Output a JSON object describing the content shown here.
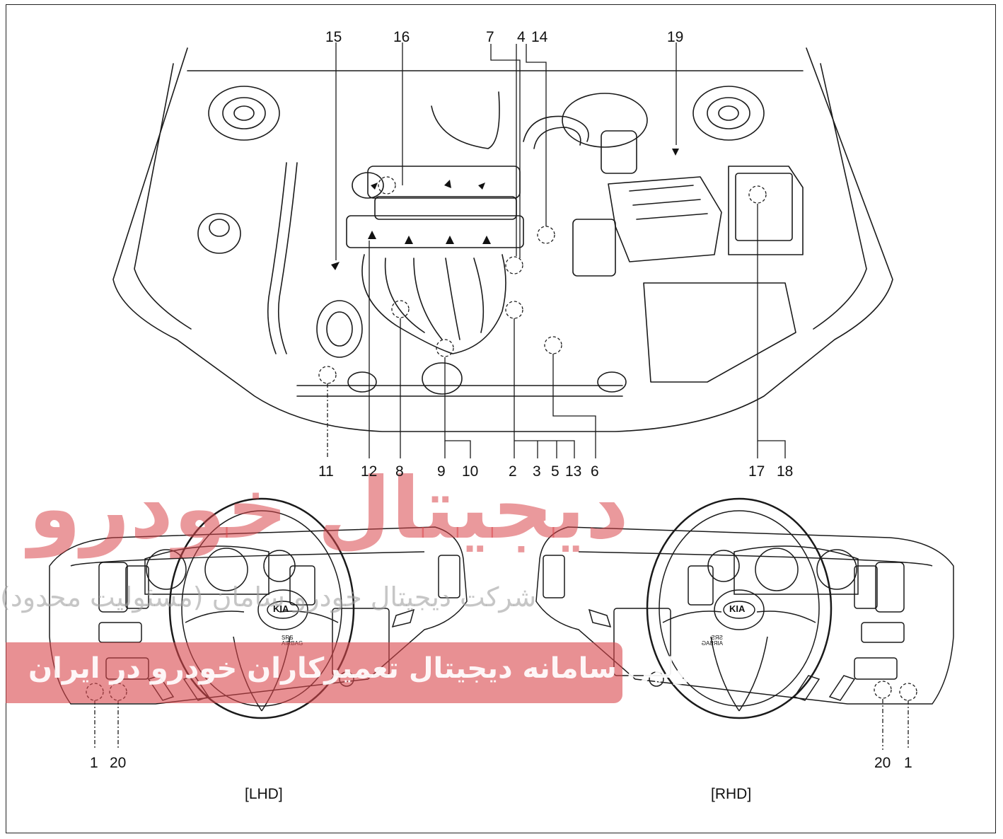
{
  "callouts": {
    "c15": "15",
    "c16": "16",
    "c7": "7",
    "c4": "4",
    "c14": "14",
    "c19": "19",
    "c11": "11",
    "c12": "12",
    "c8": "8",
    "c9": "9",
    "c10": "10",
    "c2": "2",
    "c3": "3",
    "c5": "5",
    "c13": "13",
    "c6": "6",
    "c17": "17",
    "c18": "18",
    "lhd_1": "1",
    "lhd_20": "20",
    "rhd_20": "20",
    "rhd_1": "1"
  },
  "views": {
    "lhd": "[LHD]",
    "rhd": "[RHD]"
  },
  "watermark": {
    "big_title": "دیجیتال خودرو",
    "subtitle": "شرکت دیجیتال خودرو سامان (مسئولیت محدود)",
    "banner": "اولین سامانه دیجیتال تعمیرکاران خودرو در ایران",
    "color": "#d9464b"
  },
  "steering_badge": "KIA",
  "airbag_text": "SRS AIRBAG"
}
